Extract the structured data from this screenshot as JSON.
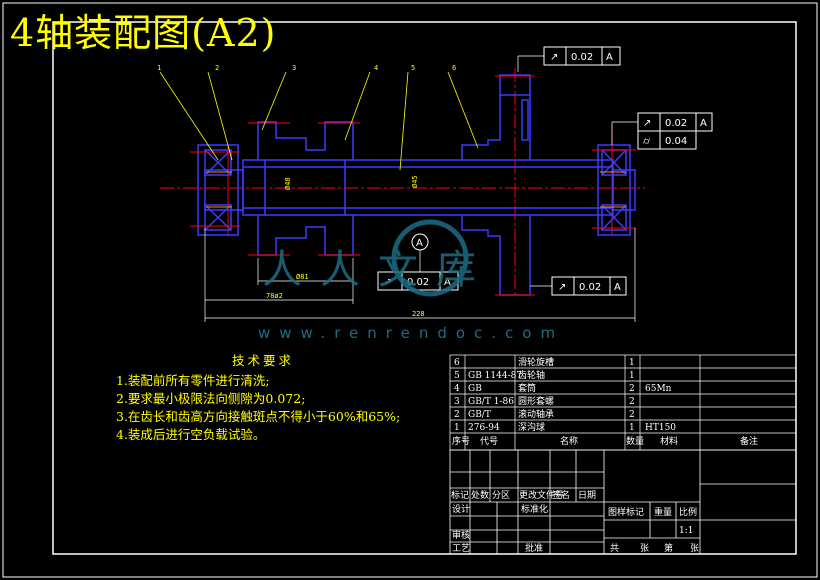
{
  "title": "4轴装配图(A2)",
  "watermark": {
    "url": "www.renrendoc.com",
    "mark": "人人文库"
  },
  "part_labels": [
    "1",
    "2",
    "3",
    "4",
    "5",
    "6"
  ],
  "tolerance_frames": [
    {
      "symbol": "↗",
      "value": "0.02",
      "datum": "A"
    },
    {
      "symbol": "↗",
      "value": "0.02",
      "datum": "A"
    },
    {
      "symbol": "⌭",
      "value": "0.04",
      "datum": ""
    },
    {
      "symbol": "↗",
      "value": "0.02",
      "datum": "A"
    },
    {
      "symbol": "↗",
      "value": "0.02",
      "datum": "A"
    }
  ],
  "datum_label": "A",
  "dims": {
    "d1": "Ø48",
    "d2": "Ø45",
    "len1": "Ø81",
    "len2": "78ø2",
    "overall": "228"
  },
  "requirements": {
    "heading": "技术要求",
    "items": [
      "1.装配前所有零件进行清洗;",
      "2.要求最小极限法向侧隙为0.072;",
      "3.在齿长和齿高方向接触斑点不得小于60%和65%;",
      "4.装成后进行空负载试验。"
    ]
  },
  "bom": {
    "rows": [
      {
        "no": "6",
        "code": "",
        "name": "滑轮旋槽",
        "qty": "1",
        "mat": ""
      },
      {
        "no": "5",
        "code": "GB 1144-87",
        "name": "齿轮轴",
        "qty": "1",
        "mat": ""
      },
      {
        "no": "4",
        "code": "GB",
        "name": "套筒",
        "qty": "2",
        "mat": "65Mn"
      },
      {
        "no": "3",
        "code": "GB/T 1-86",
        "name": "圆形套螺",
        "qty": "2",
        "mat": ""
      },
      {
        "no": "2",
        "code": "GB/T",
        "name": "滚动轴承",
        "qty": "2",
        "mat": ""
      },
      {
        "no": "1",
        "code": "276-94",
        "name": "深沟球",
        "qty": "1",
        "mat": "HT150"
      }
    ],
    "header": {
      "no": "序号",
      "code": "代号",
      "name": "名称",
      "qty": "数量",
      "mat": "材料",
      "note": "备注"
    }
  },
  "title_block": {
    "change_row": [
      "标记",
      "处数",
      "分区",
      "更改文件号",
      "签名",
      "日期"
    ],
    "design": "设计",
    "std": "标准化",
    "review": "审核",
    "process": "工艺",
    "approve": "批准",
    "stage": "图样标记",
    "weight": "重量",
    "scale_label": "比例",
    "scale": "1:1",
    "sheets_total": "共",
    "sheets": "张",
    "sheet_no": "第",
    "sheet_end": "张"
  }
}
